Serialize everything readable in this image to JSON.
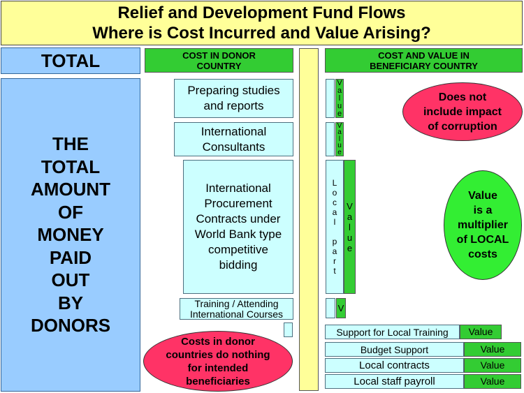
{
  "title": {
    "line1": "Relief and Development Fund Flows",
    "line2": "Where is Cost Incurred and Value Arising?"
  },
  "total_label": "TOTAL",
  "total_desc": [
    "THE",
    "TOTAL",
    "AMOUNT",
    "OF",
    "MONEY",
    "PAID",
    "OUT",
    "BY",
    "DONORS"
  ],
  "donor_header": [
    "COST IN DONOR",
    "COUNTRY"
  ],
  "beneficiary_header": [
    "COST AND VALUE IN",
    "BENEFICIARY COUNTRY"
  ],
  "donor_items": {
    "studies": [
      "Preparing studies",
      "and reports"
    ],
    "consultants": [
      "International",
      "Consultants"
    ],
    "procurement": [
      "International",
      "Procurement",
      "Contracts under",
      "World Bank type",
      "competitive",
      "bidding"
    ],
    "training": [
      "Training / Attending",
      "International Courses"
    ]
  },
  "value_word": [
    "V",
    "a",
    "l",
    "u",
    "e"
  ],
  "local_part": [
    "L",
    "o",
    "c",
    "a",
    "l",
    "",
    "p",
    "a",
    "r",
    "t"
  ],
  "small_v": "V",
  "local_rows": [
    {
      "label": "Support for Local Training",
      "value": "Value"
    },
    {
      "label": "Budget Support",
      "value": "Value"
    },
    {
      "label": "Local contracts",
      "value": "Value"
    },
    {
      "label": "Local staff payroll",
      "value": "Value"
    }
  ],
  "corruption_note": [
    "Does not",
    "include impact",
    "of corruption"
  ],
  "multiplier_note": [
    "Value",
    "is a",
    "multiplier",
    "of LOCAL",
    "costs"
  ],
  "donor_costs_note": [
    "Costs in donor",
    "countries do nothing",
    "for intended",
    "beneficiaries"
  ],
  "colors": {
    "title_bg": "#ffff99",
    "total_bg": "#99ccff",
    "header_green": "#33cc33",
    "item_cyan": "#ccffff",
    "note_red": "#ff3366",
    "note_green": "#33ee33"
  }
}
